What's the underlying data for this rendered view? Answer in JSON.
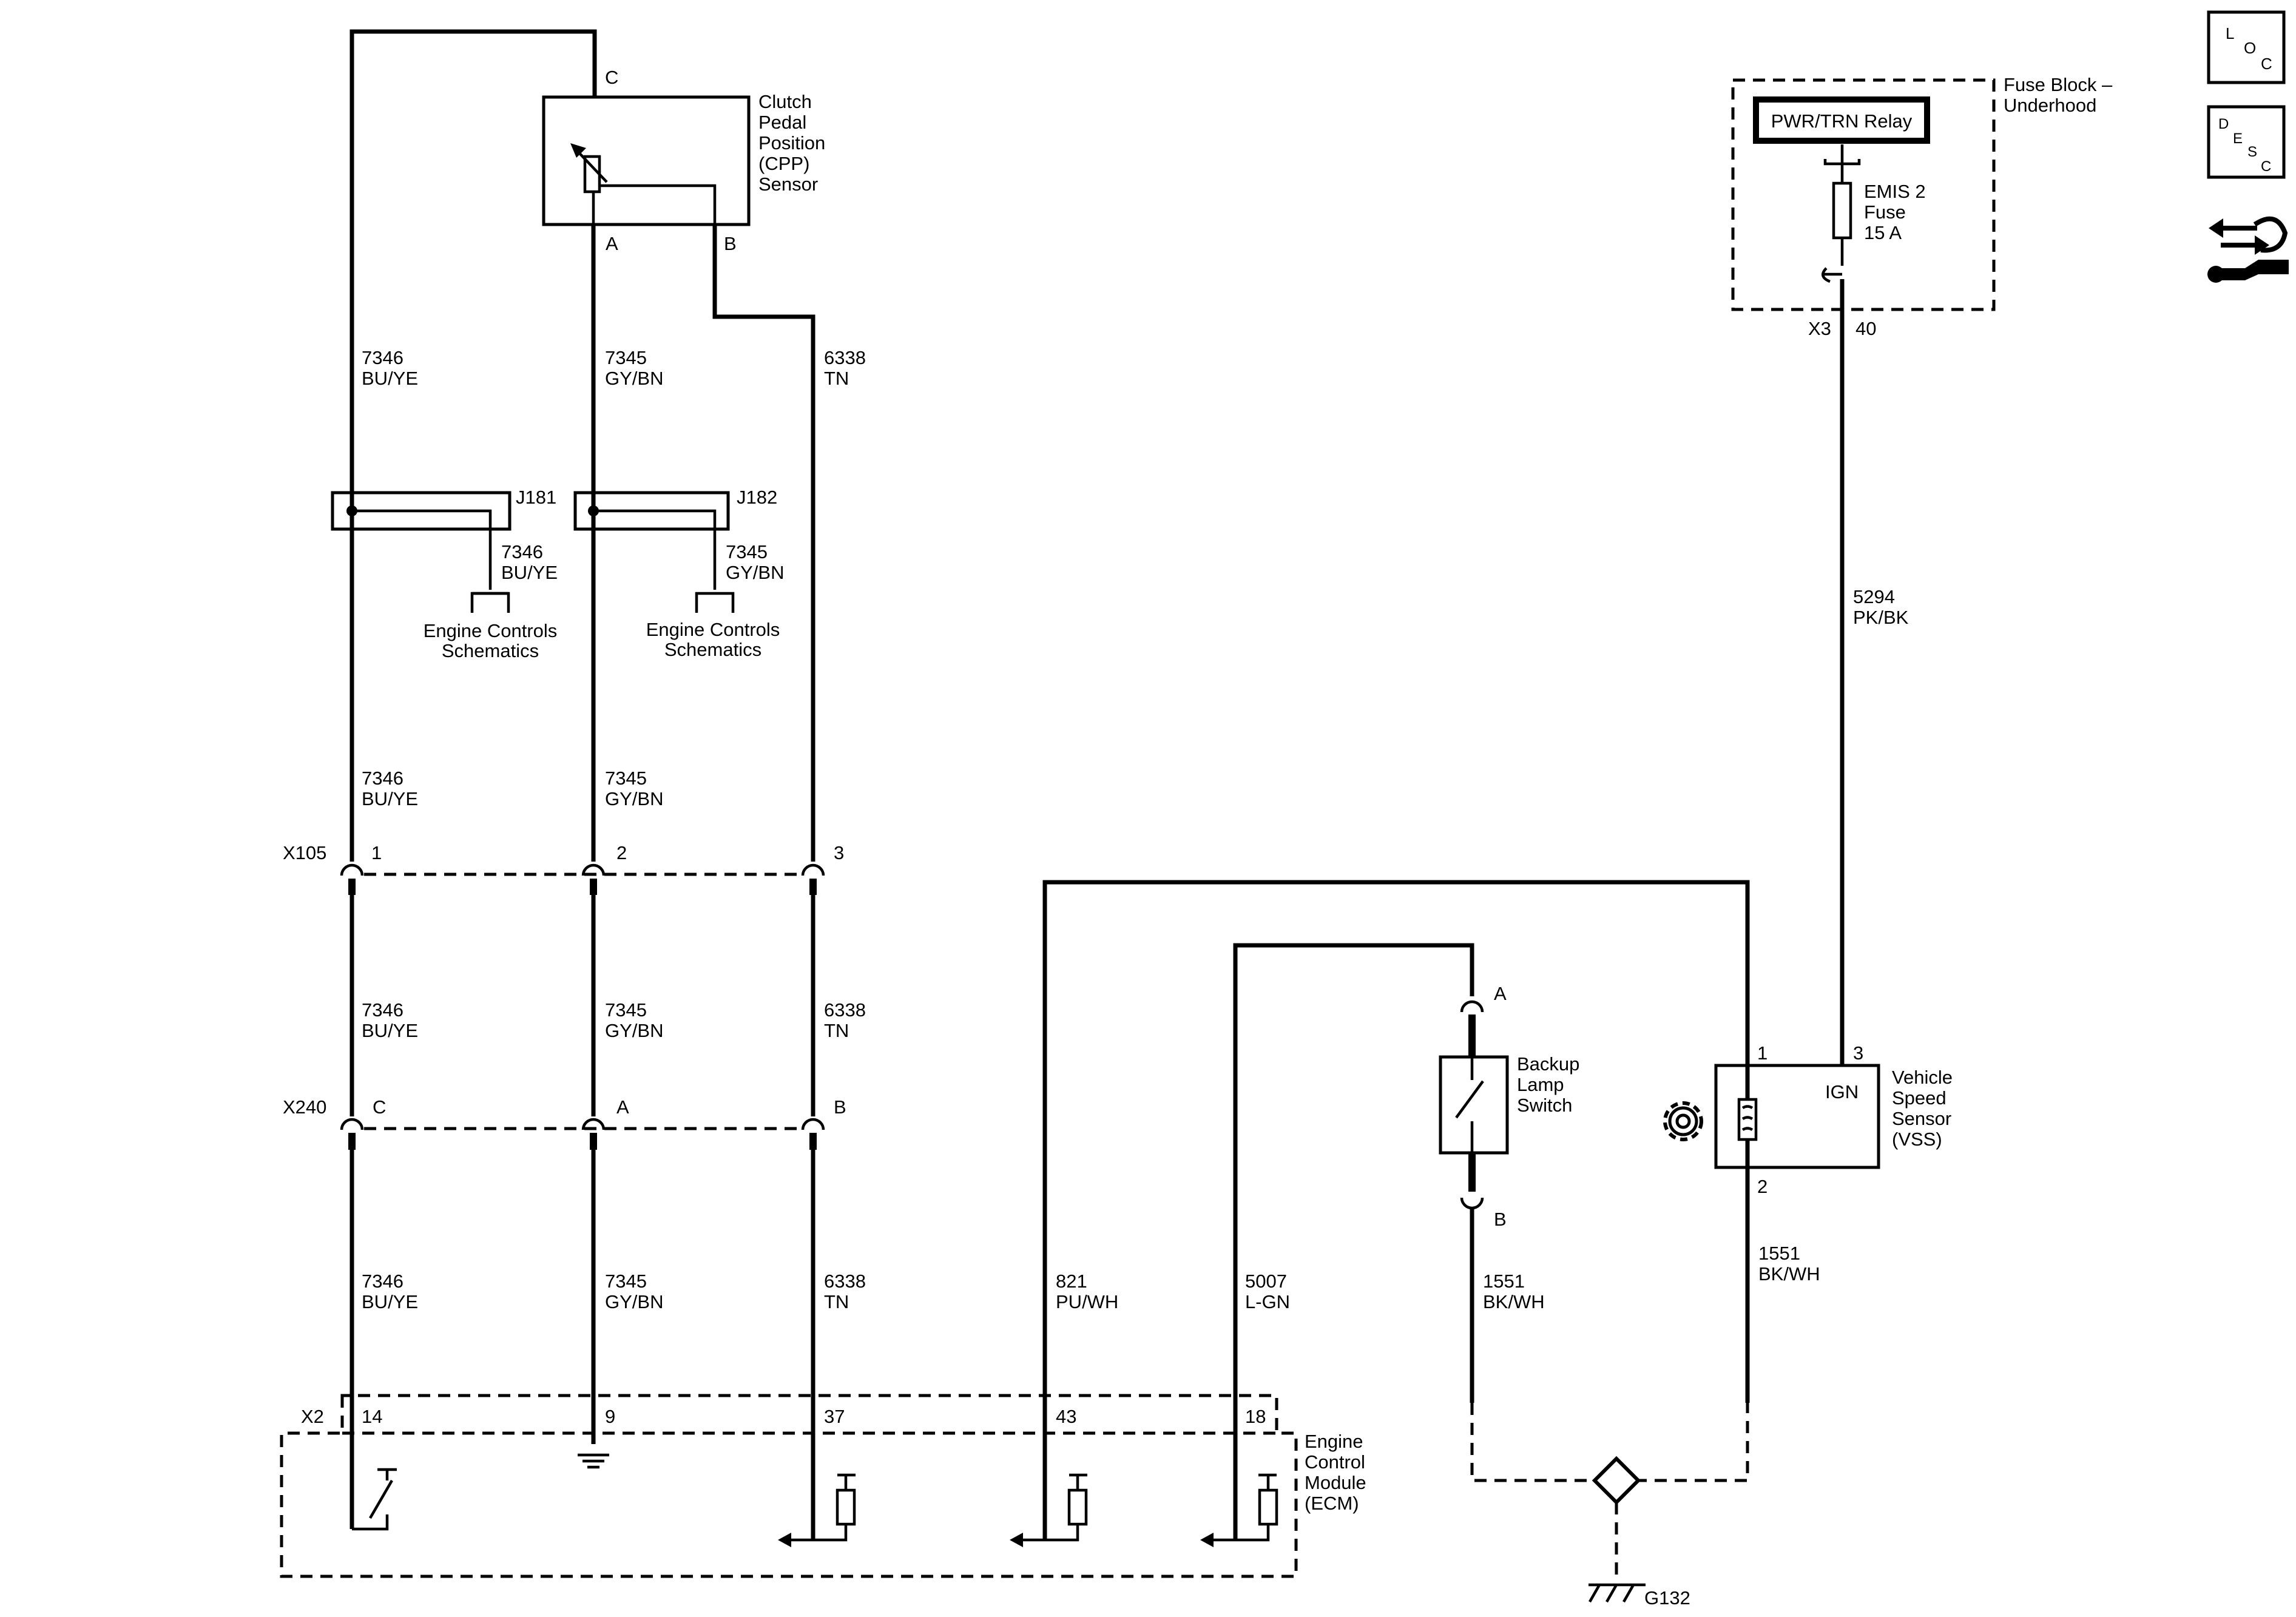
{
  "nav": {
    "loc": [
      "L",
      "O",
      "C"
    ],
    "desc": [
      "D",
      "E",
      "S",
      "C"
    ]
  },
  "cpp_sensor": {
    "label": [
      "Clutch",
      "Pedal",
      "Position",
      "(CPP)",
      "Sensor"
    ],
    "pins": {
      "c": "C",
      "a": "A",
      "b": "B"
    }
  },
  "splices": {
    "j181": "J181",
    "j182": "J182",
    "engine_controls": [
      "Engine Controls",
      "Schematics"
    ]
  },
  "wires": {
    "w7346": {
      "num": "7346",
      "color": "BU/YE"
    },
    "w7345": {
      "num": "7345",
      "color": "GY/BN"
    },
    "w6338": {
      "num": "6338",
      "color": "TN"
    },
    "w5294": {
      "num": "5294",
      "color": "PK/BK"
    },
    "w821": {
      "num": "821",
      "color": "PU/WH"
    },
    "w5007": {
      "num": "5007",
      "color": "L-GN"
    },
    "w1551": {
      "num": "1551",
      "color": "BK/WH"
    }
  },
  "connectors": {
    "x105": {
      "name": "X105",
      "pins": [
        "1",
        "2",
        "3"
      ]
    },
    "x240": {
      "name": "X240",
      "pins": [
        "C",
        "A",
        "B"
      ]
    },
    "x2": {
      "name": "X2",
      "pins": [
        "14",
        "9",
        "37",
        "43",
        "18"
      ]
    },
    "x3": {
      "name": "X3",
      "pin": "40"
    }
  },
  "fuse_block": {
    "label": [
      "Fuse Block –",
      "Underhood"
    ],
    "relay": "PWR/TRN Relay",
    "fuse": [
      "EMIS 2",
      "Fuse",
      "15 A"
    ]
  },
  "ecm": {
    "label": [
      "Engine",
      "Control",
      "Module",
      "(ECM)"
    ]
  },
  "backup_switch": {
    "label": [
      "Backup",
      "Lamp",
      "Switch"
    ],
    "pins": {
      "a": "A",
      "b": "B"
    }
  },
  "vss": {
    "label": [
      "Vehicle",
      "Speed",
      "Sensor",
      "(VSS)"
    ],
    "pins": {
      "p1": "1",
      "p2": "2",
      "p3": "3"
    },
    "ign": "IGN"
  },
  "ground": {
    "name": "G132"
  }
}
